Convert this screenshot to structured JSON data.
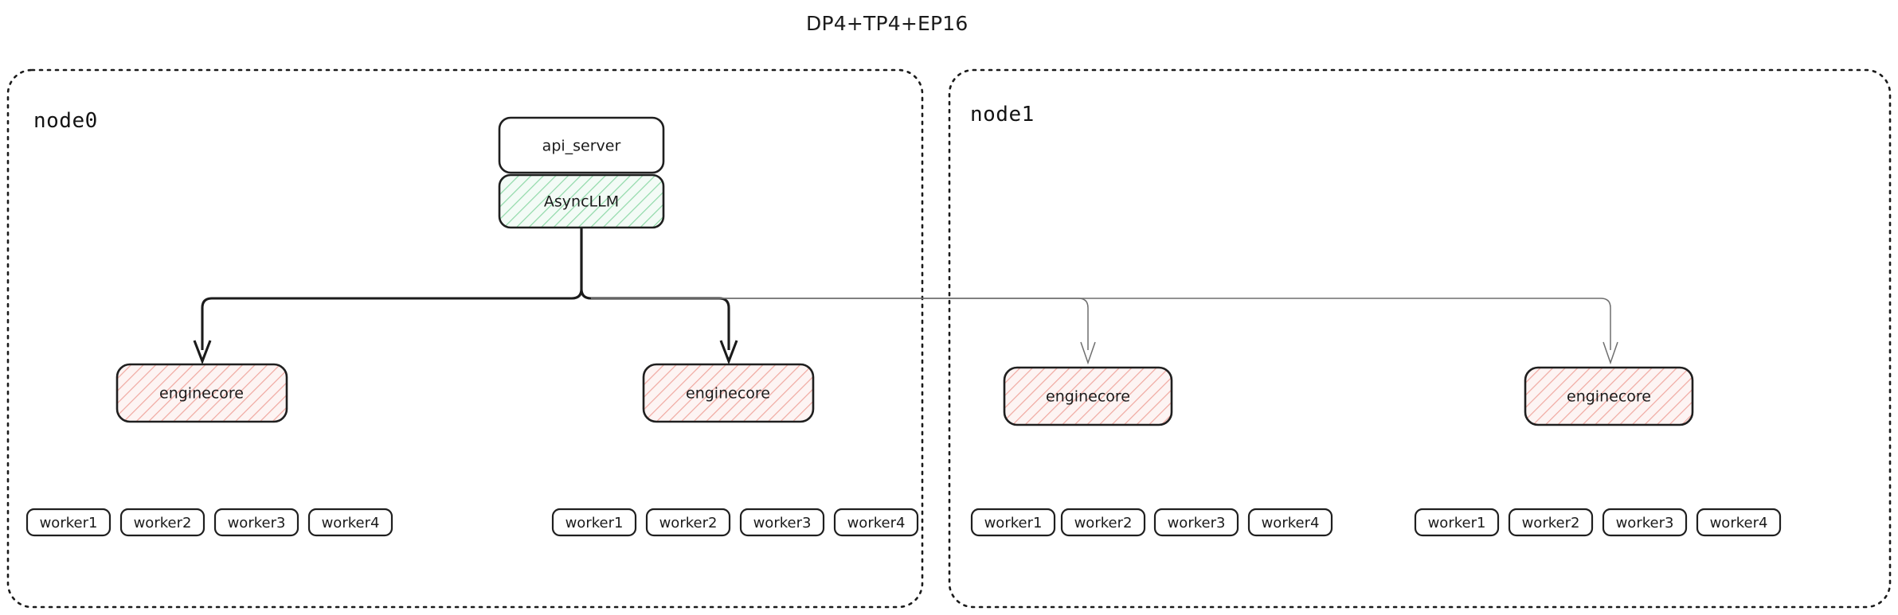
{
  "title": "DP4+TP4+EP16",
  "colors": {
    "hatch_green": "#8fd9a8",
    "hatch_pink": "#f0a8a0",
    "fill_green": "#f2fbf5",
    "fill_pink": "#fdf3f2",
    "stroke_dark": "#1f1f1f",
    "edge_strong": "#1b1b1b",
    "edge_faint": "#6e6e6e",
    "background": "#ffffff"
  },
  "subgraphs": [
    {
      "id": "node0",
      "label": "node0",
      "nodes": {
        "api_server": "api_server",
        "async_llm": "AsyncLLM",
        "enginecore_left": "enginecore",
        "enginecore_right": "enginecore"
      },
      "worker_groups": [
        {
          "workers": [
            "worker1",
            "worker2",
            "worker3",
            "worker4"
          ]
        },
        {
          "workers": [
            "worker1",
            "worker2",
            "worker3",
            "worker4"
          ]
        }
      ]
    },
    {
      "id": "node1",
      "label": "node1",
      "nodes": {
        "enginecore_left": "enginecore",
        "enginecore_right": "enginecore"
      },
      "worker_groups": [
        {
          "workers": [
            "worker1",
            "worker2",
            "worker3",
            "worker4"
          ]
        },
        {
          "workers": [
            "worker1",
            "worker2",
            "worker3",
            "worker4"
          ]
        }
      ]
    }
  ]
}
